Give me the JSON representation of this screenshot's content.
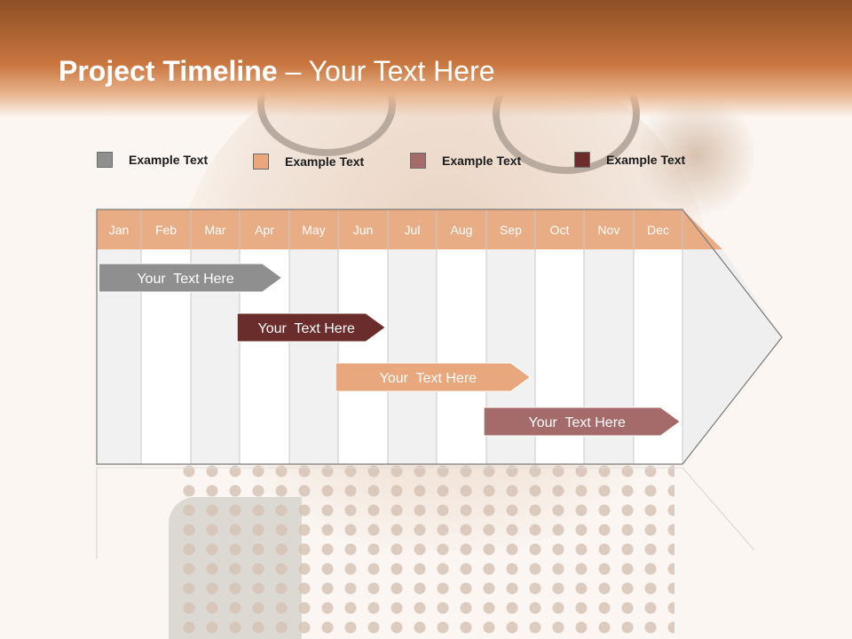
{
  "header": {
    "title_bold": "Project Timeline",
    "title_rest": " – Your Text Here"
  },
  "legend": [
    {
      "label": "Example Text",
      "color": "#8f8f8f"
    },
    {
      "label": "Example Text",
      "color": "#e8a77c"
    },
    {
      "label": "Example Text",
      "color": "#a56a6a"
    },
    {
      "label": "Example Text",
      "color": "#6b2c2c"
    }
  ],
  "timeline": {
    "months": [
      "Jan",
      "Feb",
      "Mar",
      "Apr",
      "May",
      "Jun",
      "Jul",
      "Aug",
      "Sep",
      "Oct",
      "Nov",
      "Dec"
    ],
    "header_color": "#e8ad85",
    "tasks": [
      {
        "label": "Your  Text Here",
        "start": 0.05,
        "end": 3.85,
        "color": "#8f8f8f"
      },
      {
        "label": "Your  Text Here",
        "start": 2.95,
        "end": 5.95,
        "color": "#6b2c2c"
      },
      {
        "label": "Your  Text Here",
        "start": 4.95,
        "end": 8.9,
        "color": "#e8a77c"
      },
      {
        "label": "Your  Text Here",
        "start": 7.95,
        "end": 11.95,
        "color": "#a56a6a"
      }
    ]
  }
}
